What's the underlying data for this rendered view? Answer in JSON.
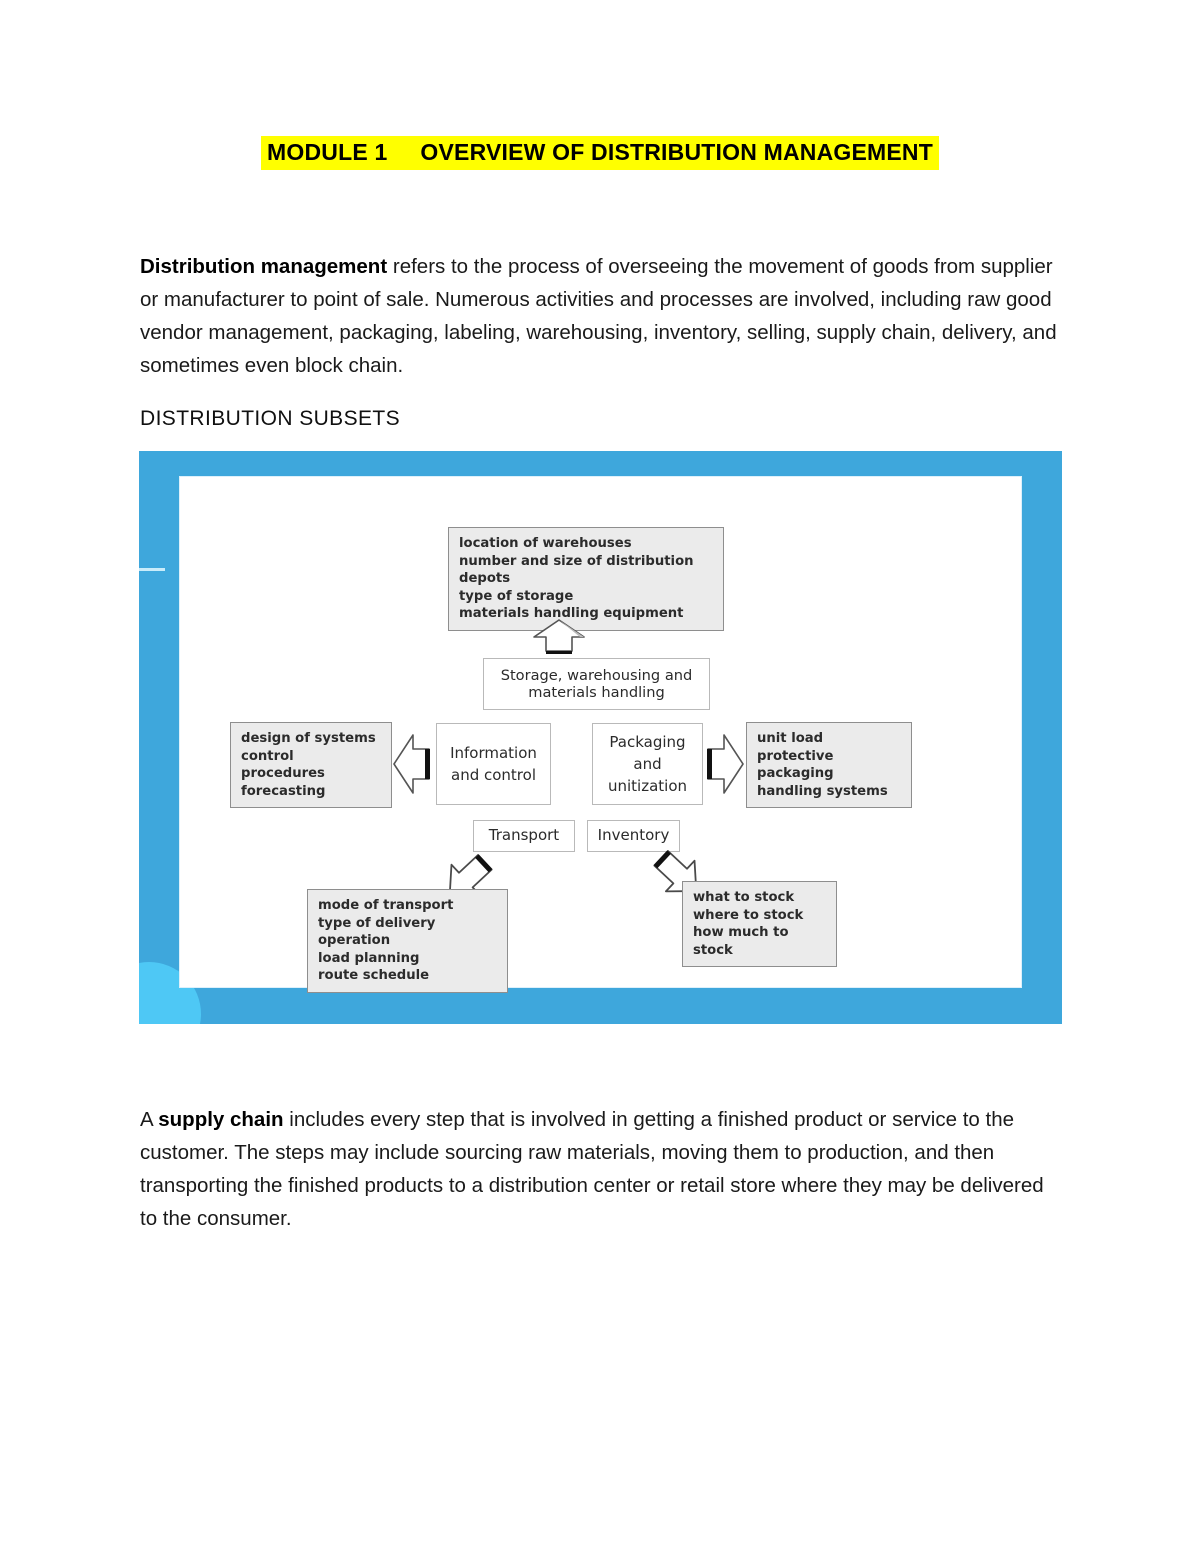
{
  "document": {
    "title_module": "MODULE 1",
    "title_text": "MODULE 1     OVERVIEW OF DISTRIBUTION MANAGEMENT",
    "highlight_color": "#ffff00",
    "section_heading": "DISTRIBUTION SUBSETS",
    "paragraph_1_bold": "Distribution management",
    "paragraph_1_rest": " refers to the process of overseeing the movement of goods from supplier or manufacturer to point of sale. Numerous activities and processes are involved, including raw good vendor management, packaging, labeling, warehousing, inventory, selling, supply chain, delivery, and sometimes even block chain.",
    "paragraph_2_lead": "A ",
    "paragraph_2_bold": "supply chain",
    "paragraph_2_rest": " includes every step that is involved in getting a finished product or service to the customer. The steps may include sourcing raw materials, moving them to production, and then transporting the finished products to a distribution center or retail store where they may be delivered to the consumer."
  },
  "figure": {
    "frame_color": "#3ea7dc",
    "accent_blob_color": "#4ec8f5",
    "background_color": "#ffffff",
    "nodes": {
      "warehouses": "location of warehouses\nnumber and size of distribution depots\ntype of storage\nmaterials handling equipment",
      "storage": "Storage, warehousing and materials handling",
      "design": "design of systems\ncontrol procedures\nforecasting",
      "information": "Information and control",
      "packaging": "Packaging and unitization",
      "unitload": "unit load\nprotective packaging\nhandling systems",
      "transport": "Transport",
      "inventory": "Inventory",
      "modetransport": "mode of transport\ntype of delivery operation\nload planning\nroute schedule",
      "whattostock": "what to stock\nwhere to stock\nhow much to stock"
    },
    "arrows": [
      {
        "name": "arrow-up-to-warehouses",
        "direction": "up",
        "from": "storage",
        "to": "warehouses"
      },
      {
        "name": "arrow-left-to-design",
        "direction": "left",
        "from": "information",
        "to": "design"
      },
      {
        "name": "arrow-right-to-unitload",
        "direction": "right",
        "from": "packaging",
        "to": "unitload"
      },
      {
        "name": "arrow-down-left-to-modetransport",
        "direction": "down-left",
        "from": "transport",
        "to": "modetransport"
      },
      {
        "name": "arrow-down-right-to-whattostock",
        "direction": "down-right",
        "from": "inventory",
        "to": "whattostock"
      }
    ]
  }
}
